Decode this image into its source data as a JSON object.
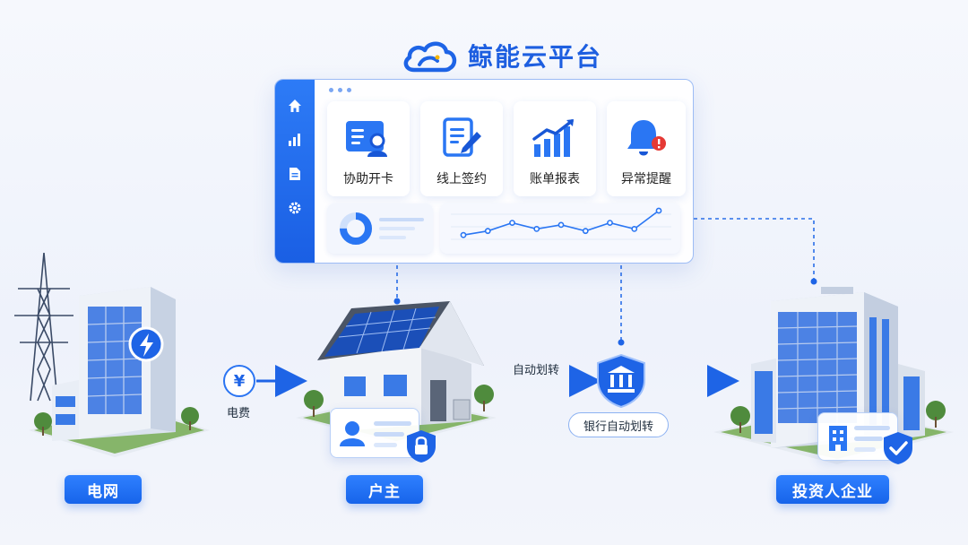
{
  "brand": {
    "title": "鲸能云平台",
    "logo_icon": "cloud-logo-icon"
  },
  "panel": {
    "sidebar": [
      {
        "name": "home-icon"
      },
      {
        "name": "stats-icon"
      },
      {
        "name": "document-icon"
      },
      {
        "name": "settings-icon"
      }
    ],
    "tiles": [
      {
        "label": "协助开卡",
        "icon": "id-card-icon"
      },
      {
        "label": "线上签约",
        "icon": "sign-document-icon"
      },
      {
        "label": "账单报表",
        "icon": "chart-report-icon"
      },
      {
        "label": "异常提醒",
        "icon": "bell-alert-icon"
      }
    ],
    "line_chart": {
      "type": "line",
      "values": [
        3,
        5,
        9,
        6,
        8,
        5,
        9,
        6,
        15
      ]
    },
    "donut": {
      "fill": 0.75
    }
  },
  "flow": {
    "grid_label": "电网",
    "fee_symbol": "¥",
    "fee_label": "电费",
    "household_label": "户主",
    "auto_transfer_label": "自动划转",
    "bank_label": "银行自动划转",
    "investor_label": "投资人企业"
  },
  "colors": {
    "primary": "#1e64e6",
    "accent": "#2f80ff",
    "alert": "#e53935"
  }
}
